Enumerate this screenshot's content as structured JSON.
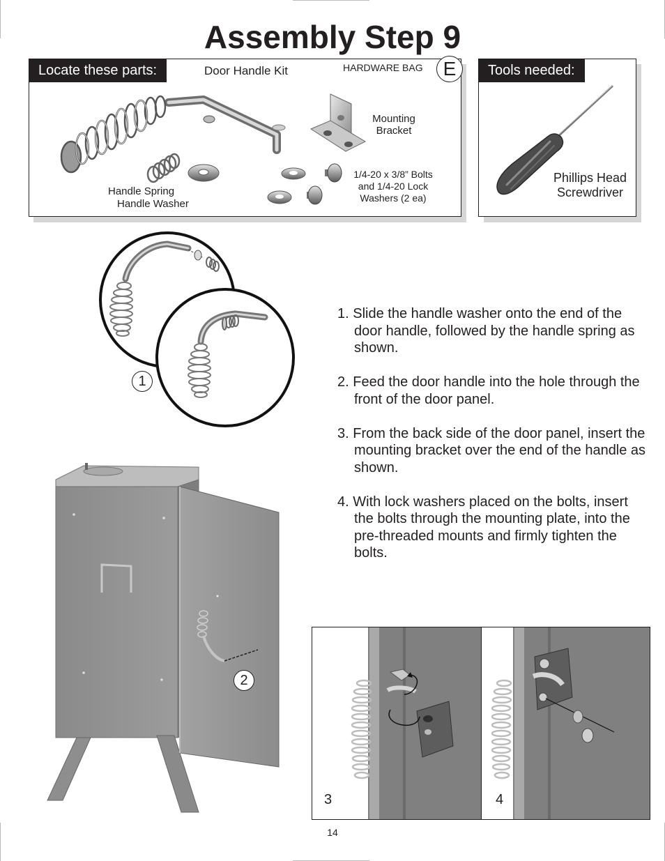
{
  "page": {
    "title": "Assembly Step 9",
    "page_number": "14"
  },
  "parts_panel": {
    "header": "Locate these parts:",
    "kit_label": "Door Handle Kit",
    "bag_label": "HARDWARE BAG",
    "bag_letter": "E",
    "mounting_bracket": [
      "Mounting",
      "Bracket"
    ],
    "handle_spring": "Handle Spring",
    "handle_washer": "Handle Washer",
    "bolts": [
      "1/4-20 x 3/8” Bolts",
      "and 1/4-20 Lock",
      "Washers (2 ea)"
    ]
  },
  "tools_panel": {
    "header": "Tools needed:",
    "tool": [
      "Phillips Head",
      "Screwdriver"
    ]
  },
  "figures": {
    "fig1": "1",
    "fig2": "2",
    "fig3": "3",
    "fig4": "4"
  },
  "instructions": [
    {
      "num": "1.",
      "text": "Slide the handle washer onto the end of the door handle, followed by the handle spring as shown."
    },
    {
      "num": "2.",
      "text": "Feed the door handle into the hole through the front of the door panel."
    },
    {
      "num": "3.",
      "text": "From the back side of the door panel, insert the mounting bracket over the end of the handle as shown."
    },
    {
      "num": "4.",
      "text": "With lock washers placed on the bolts, insert the bolts through the mounting plate, into the pre-threaded mounts and firmly tighten the bolts."
    }
  ],
  "colors": {
    "ink": "#231f20",
    "panel_shadow": "#d6d6d6",
    "metal": "#9a9a9a",
    "smoker_body": "#8e8e8e"
  }
}
